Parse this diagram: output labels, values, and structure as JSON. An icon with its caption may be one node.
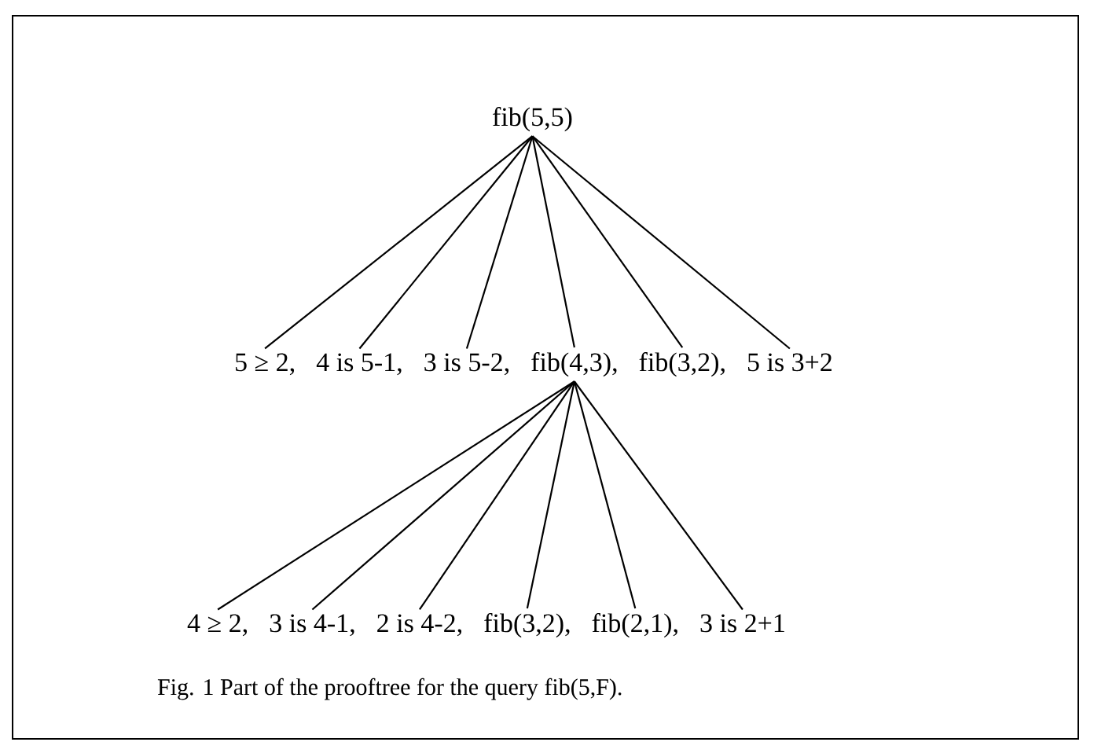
{
  "diagram": {
    "caption": "Fig. 1 Part of the prooftree for the query fib(5,F).",
    "nodes": [
      {
        "text": [
          "fib(5,5)"
        ]
      },
      {
        "text": [
          "5 ≥ 2,"
        ]
      },
      {
        "text": [
          "4 is 5-1,"
        ]
      },
      {
        "text": [
          "3 is 5-2,"
        ]
      },
      {
        "text": [
          "fib(4,3),"
        ]
      },
      {
        "text": [
          "fib(3,2),"
        ]
      },
      {
        "text": [
          "5 is 3+2"
        ]
      },
      {
        "text": [
          "4 ≥ 2,"
        ]
      },
      {
        "text": [
          "3 is 4-1,"
        ]
      },
      {
        "text": [
          "2 is 4-2,"
        ]
      },
      {
        "text": [
          "fib(3,2),"
        ]
      },
      {
        "text": [
          "fib(2,1),"
        ]
      },
      {
        "text": [
          "3 is 2+1"
        ]
      }
    ],
    "edges": [
      {
        "from": 0,
        "to": 1,
        "arrow": "none"
      },
      {
        "from": 0,
        "to": 2,
        "arrow": "none"
      },
      {
        "from": 0,
        "to": 3,
        "arrow": "none"
      },
      {
        "from": 0,
        "to": 4,
        "arrow": "none"
      },
      {
        "from": 0,
        "to": 5,
        "arrow": "none"
      },
      {
        "from": 0,
        "to": 6,
        "arrow": "none"
      },
      {
        "from": 4,
        "to": 7,
        "arrow": "none"
      },
      {
        "from": 4,
        "to": 8,
        "arrow": "none"
      },
      {
        "from": 4,
        "to": 9,
        "arrow": "none"
      },
      {
        "from": 4,
        "to": 10,
        "arrow": "none"
      },
      {
        "from": 4,
        "to": 11,
        "arrow": "none"
      },
      {
        "from": 4,
        "to": 12,
        "arrow": "none"
      }
    ]
  }
}
